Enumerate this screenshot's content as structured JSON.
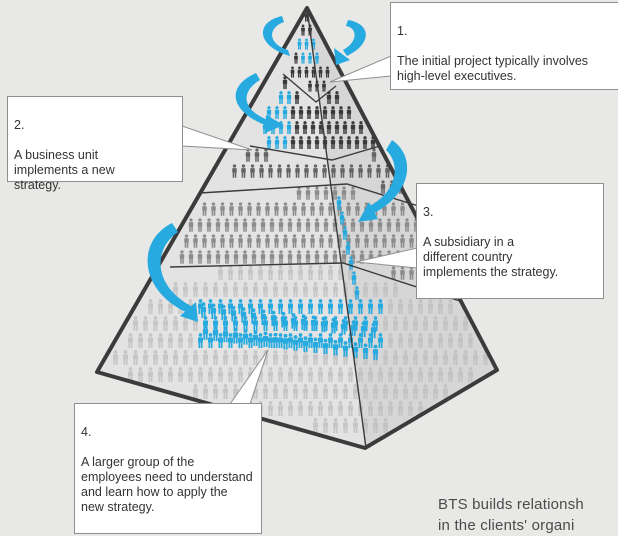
{
  "callouts": [
    {
      "number": "1.",
      "text": "The initial project typically involves high-level executives."
    },
    {
      "number": "2.",
      "text": "A business unit implements a new strategy."
    },
    {
      "number": "3.",
      "text": "A subsidiary in a different country implements the strategy."
    },
    {
      "number": "4.",
      "text": "A larger group of the employees need to understand and learn how to apply the new strategy."
    }
  ],
  "footer": {
    "line1": "BTS builds relationsh",
    "line2": "in the clients' organi"
  },
  "colors": {
    "background": "#e8e8e6",
    "highlight_people": "#27aadf",
    "tier_dark": "#3a3a3a",
    "tier_mid": "#646464",
    "tier_light": "#8c8c8c",
    "tier_faint": "#bdbdbd",
    "arrow": "#27aadf",
    "pyramid_outline": "#3b3b3b"
  },
  "icons": [
    "person-icon",
    "curved-arrow-icon"
  ]
}
